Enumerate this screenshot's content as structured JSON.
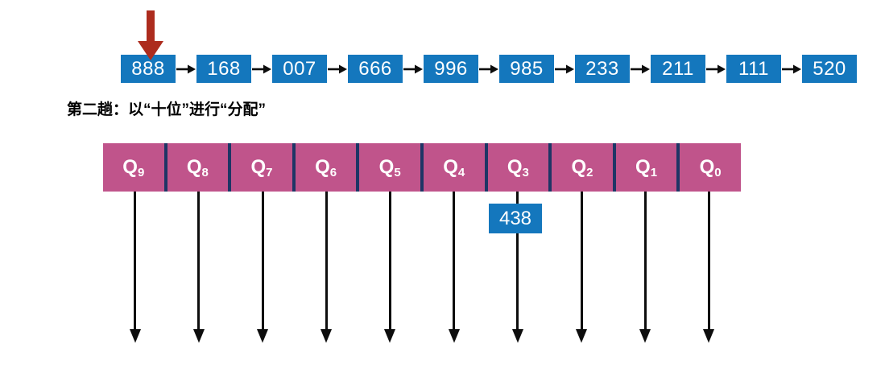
{
  "heading": {
    "text": "第二趟：以“十位”进行“分配”"
  },
  "chain": {
    "values": [
      "888",
      "168",
      "007",
      "666",
      "996",
      "985",
      "233",
      "211",
      "111",
      "520"
    ],
    "current_pointer_on": "888"
  },
  "buckets": {
    "labels": [
      {
        "base": "Q",
        "sub": "9"
      },
      {
        "base": "Q",
        "sub": "8"
      },
      {
        "base": "Q",
        "sub": "7"
      },
      {
        "base": "Q",
        "sub": "6"
      },
      {
        "base": "Q",
        "sub": "5"
      },
      {
        "base": "Q",
        "sub": "4"
      },
      {
        "base": "Q",
        "sub": "3"
      },
      {
        "base": "Q",
        "sub": "2"
      },
      {
        "base": "Q",
        "sub": "1"
      },
      {
        "base": "Q",
        "sub": "0"
      }
    ]
  },
  "highlight": {
    "value": "438",
    "target_bucket": "Q3"
  },
  "icons": {
    "pointer": "red-down-arrow",
    "chain_link": "black-right-arrow",
    "bucket_drop": "black-down-arrow"
  },
  "colors": {
    "node_blue": "#1477bd",
    "bucket_pink": "#c0548b",
    "divider_navy": "#1e3565",
    "pointer_red": "#ad2c1e",
    "arrow_black": "#0d0d0d",
    "text_white": "#ffffff",
    "heading_black": "#000000"
  }
}
